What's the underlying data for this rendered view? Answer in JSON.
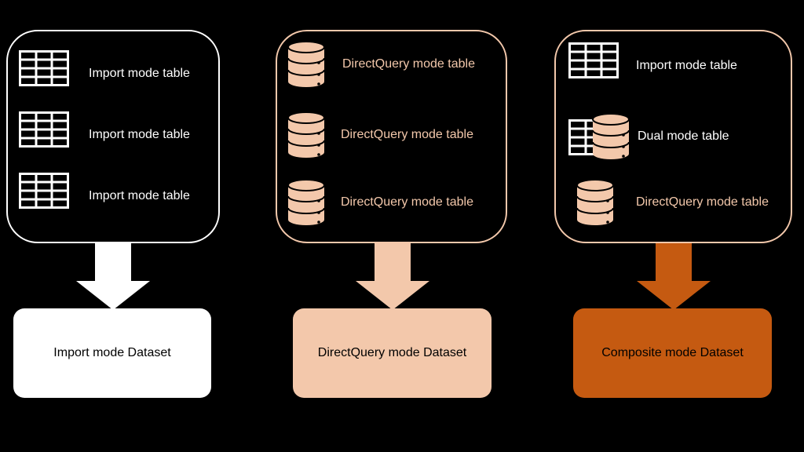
{
  "colors": {
    "background": "#000000",
    "white": "#ffffff",
    "peach": "#f3c8ab",
    "orange": "#c55a11",
    "dataset_text": "#000000"
  },
  "import_panel": {
    "rows": [
      {
        "label": "Import mode table",
        "icon": "table-icon"
      },
      {
        "label": "Import mode table",
        "icon": "table-icon"
      },
      {
        "label": "Import mode table",
        "icon": "table-icon"
      }
    ],
    "dataset_label": "Import mode Dataset"
  },
  "directquery_panel": {
    "rows": [
      {
        "label": "DirectQuery mode table",
        "icon": "database-icon"
      },
      {
        "label": "DirectQuery mode table",
        "icon": "database-icon"
      },
      {
        "label": "DirectQuery mode table",
        "icon": "database-icon"
      }
    ],
    "dataset_label": "DirectQuery mode Dataset"
  },
  "composite_panel": {
    "rows": [
      {
        "label": "Import mode table",
        "icon": "table-icon"
      },
      {
        "label": "Dual mode table",
        "icon": "table-database-icon"
      },
      {
        "label": "DirectQuery mode table",
        "icon": "database-icon"
      }
    ],
    "dataset_label": "Composite mode Dataset"
  }
}
